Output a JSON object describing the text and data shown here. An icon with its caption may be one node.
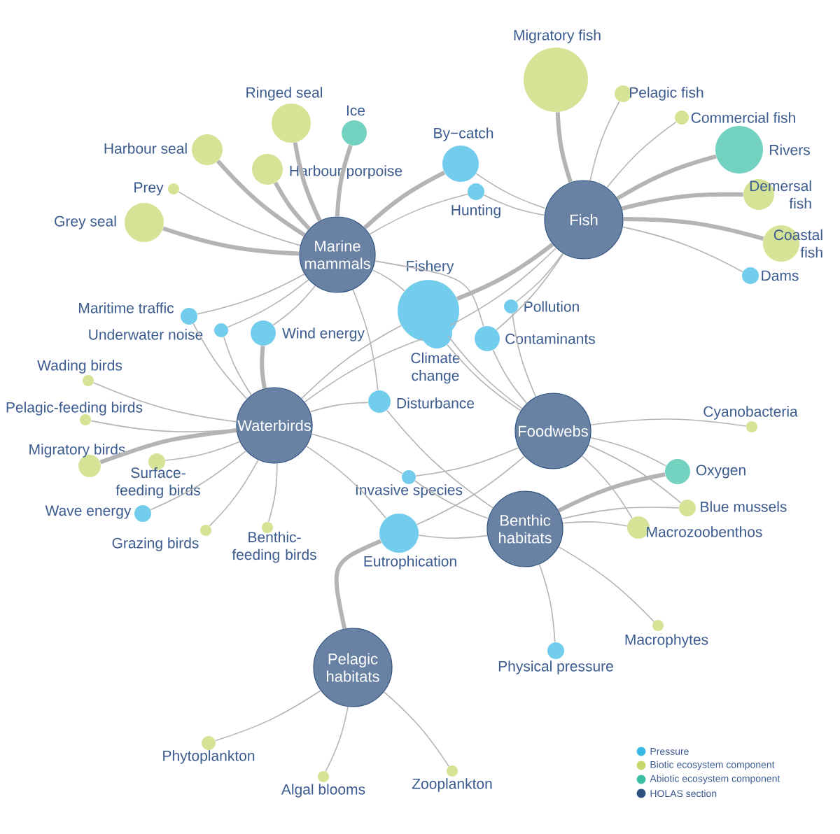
{
  "diagram": {
    "nodes": [
      {
        "text": [
          "Marine mammals"
        ]
      },
      {
        "text": [
          "Fish"
        ]
      },
      {
        "text": [
          "Waterbirds"
        ]
      },
      {
        "text": [
          "Foodwebs"
        ]
      },
      {
        "text": [
          "Benthic habitats"
        ]
      },
      {
        "text": [
          "Pelagic habitats"
        ]
      },
      {
        "text": [
          "Ringed seal"
        ]
      },
      {
        "text": [
          "Ice"
        ]
      },
      {
        "text": [
          "Harbour seal"
        ]
      },
      {
        "text": [
          "Harbour porpoise"
        ]
      },
      {
        "text": [
          "Prey"
        ]
      },
      {
        "text": [
          "Grey seal"
        ]
      },
      {
        "text": [
          "Migratory fish"
        ]
      },
      {
        "text": [
          "Pelagic fish"
        ]
      },
      {
        "text": [
          "Commercial fish"
        ]
      },
      {
        "text": [
          "Rivers"
        ]
      },
      {
        "text": [
          "By−catch"
        ]
      },
      {
        "text": [
          "Hunting"
        ]
      },
      {
        "text": [
          "Demersal fish"
        ]
      },
      {
        "text": [
          "Coastal fish"
        ]
      },
      {
        "text": [
          "Dams"
        ]
      },
      {
        "text": [
          "Fishery"
        ]
      },
      {
        "text": [
          "Climate change"
        ]
      },
      {
        "text": [
          "Pollution"
        ]
      },
      {
        "text": [
          "Contaminants"
        ]
      },
      {
        "text": [
          "Maritime traffic"
        ]
      },
      {
        "text": [
          "Underwater noise"
        ]
      },
      {
        "text": [
          "Wind energy"
        ]
      },
      {
        "text": [
          "Wading birds"
        ]
      },
      {
        "text": [
          "Disturbance"
        ]
      },
      {
        "text": [
          "Cyanobacteria"
        ]
      },
      {
        "text": [
          "Pelagic-feeding birds"
        ]
      },
      {
        "text": [
          "Migratory birds"
        ]
      },
      {
        "text": [
          "Surface-feeding birds"
        ]
      },
      {
        "text": [
          "Oxygen"
        ]
      },
      {
        "text": [
          "Invasive species"
        ]
      },
      {
        "text": [
          "Blue mussels"
        ]
      },
      {
        "text": [
          "Wave energy"
        ]
      },
      {
        "text": [
          "Macrozoobenthos"
        ]
      },
      {
        "text": [
          "Grazing birds"
        ]
      },
      {
        "text": [
          "Benthic-feeding birds"
        ]
      },
      {
        "text": [
          "Eutrophication"
        ]
      },
      {
        "text": [
          "Macrophytes"
        ]
      },
      {
        "text": [
          "Physical pressure"
        ]
      },
      {
        "text": [
          "Phytoplankton"
        ]
      },
      {
        "text": [
          "Algal blooms"
        ]
      },
      {
        "text": [
          "Zooplankton"
        ]
      }
    ],
    "edges": [
      {
        "from": 0,
        "to": 6,
        "arrow": "none",
        "style": "thick"
      },
      {
        "from": 0,
        "to": 7,
        "arrow": "none",
        "style": "thick"
      },
      {
        "from": 0,
        "to": 8,
        "arrow": "none",
        "style": "thick"
      },
      {
        "from": 0,
        "to": 9,
        "arrow": "none",
        "style": "thick"
      },
      {
        "from": 0,
        "to": 10,
        "arrow": "none"
      },
      {
        "from": 0,
        "to": 11,
        "arrow": "none",
        "style": "thick"
      },
      {
        "from": 0,
        "to": 16,
        "arrow": "none",
        "style": "thick"
      },
      {
        "from": 0,
        "to": 17,
        "arrow": "none"
      },
      {
        "from": 0,
        "to": 21,
        "arrow": "none"
      },
      {
        "from": 0,
        "to": 24,
        "arrow": "none"
      },
      {
        "from": 0,
        "to": 25,
        "arrow": "none"
      },
      {
        "from": 0,
        "to": 26,
        "arrow": "none"
      },
      {
        "from": 0,
        "to": 27,
        "arrow": "none"
      },
      {
        "from": 0,
        "to": 29,
        "arrow": "none"
      },
      {
        "from": 1,
        "to": 12,
        "arrow": "none",
        "style": "thick"
      },
      {
        "from": 1,
        "to": 13,
        "arrow": "none"
      },
      {
        "from": 1,
        "to": 14,
        "arrow": "none"
      },
      {
        "from": 1,
        "to": 15,
        "arrow": "none",
        "style": "thick"
      },
      {
        "from": 1,
        "to": 18,
        "arrow": "none",
        "style": "thick"
      },
      {
        "from": 1,
        "to": 19,
        "arrow": "none",
        "style": "thick"
      },
      {
        "from": 1,
        "to": 20,
        "arrow": "none"
      },
      {
        "from": 1,
        "to": 16,
        "arrow": "none"
      },
      {
        "from": 1,
        "to": 17,
        "arrow": "none"
      },
      {
        "from": 1,
        "to": 21,
        "arrow": "none",
        "style": "thick"
      },
      {
        "from": 1,
        "to": 22,
        "arrow": "none"
      },
      {
        "from": 1,
        "to": 23,
        "arrow": "none"
      },
      {
        "from": 1,
        "to": 24,
        "arrow": "none"
      },
      {
        "from": 2,
        "to": 28,
        "arrow": "none"
      },
      {
        "from": 2,
        "to": 31,
        "arrow": "none"
      },
      {
        "from": 2,
        "to": 32,
        "arrow": "none",
        "style": "thick"
      },
      {
        "from": 2,
        "to": 33,
        "arrow": "none"
      },
      {
        "from": 2,
        "to": 37,
        "arrow": "none"
      },
      {
        "from": 2,
        "to": 39,
        "arrow": "none"
      },
      {
        "from": 2,
        "to": 40,
        "arrow": "none"
      },
      {
        "from": 2,
        "to": 25,
        "arrow": "none"
      },
      {
        "from": 2,
        "to": 26,
        "arrow": "none"
      },
      {
        "from": 2,
        "to": 27,
        "arrow": "none",
        "style": "thick"
      },
      {
        "from": 2,
        "to": 29,
        "arrow": "none"
      },
      {
        "from": 2,
        "to": 21,
        "arrow": "none"
      },
      {
        "from": 2,
        "to": 22,
        "arrow": "none"
      },
      {
        "from": 2,
        "to": 35,
        "arrow": "none"
      },
      {
        "from": 2,
        "to": 41,
        "arrow": "none"
      },
      {
        "from": 3,
        "to": 30,
        "arrow": "none"
      },
      {
        "from": 3,
        "to": 34,
        "arrow": "none"
      },
      {
        "from": 3,
        "to": 36,
        "arrow": "none"
      },
      {
        "from": 3,
        "to": 38,
        "arrow": "none"
      },
      {
        "from": 3,
        "to": 21,
        "arrow": "none"
      },
      {
        "from": 3,
        "to": 22,
        "arrow": "none"
      },
      {
        "from": 3,
        "to": 23,
        "arrow": "none"
      },
      {
        "from": 3,
        "to": 24,
        "arrow": "none"
      },
      {
        "from": 3,
        "to": 35,
        "arrow": "none"
      },
      {
        "from": 3,
        "to": 41,
        "arrow": "none"
      },
      {
        "from": 4,
        "to": 34,
        "arrow": "none",
        "style": "thick"
      },
      {
        "from": 4,
        "to": 36,
        "arrow": "none"
      },
      {
        "from": 4,
        "to": 38,
        "arrow": "none"
      },
      {
        "from": 4,
        "to": 42,
        "arrow": "none"
      },
      {
        "from": 4,
        "to": 43,
        "arrow": "none"
      },
      {
        "from": 4,
        "to": 41,
        "arrow": "none"
      },
      {
        "from": 4,
        "to": 35,
        "arrow": "none"
      },
      {
        "from": 4,
        "to": 29,
        "arrow": "none"
      },
      {
        "from": 5,
        "to": 44,
        "arrow": "none"
      },
      {
        "from": 5,
        "to": 45,
        "arrow": "none"
      },
      {
        "from": 5,
        "to": 46,
        "arrow": "none"
      },
      {
        "from": 5,
        "to": 41,
        "arrow": "none",
        "style": "thick"
      }
    ],
    "legend": [
      {
        "text": "Pressure",
        "color": "#3bb9e6"
      },
      {
        "text": "Biotic ecosystem component",
        "color": "#c5d86d"
      },
      {
        "text": "Abiotic ecosystem component",
        "color": "#3dbfa6"
      },
      {
        "text": "HOLAS section",
        "color": "#2e5180"
      }
    ]
  }
}
